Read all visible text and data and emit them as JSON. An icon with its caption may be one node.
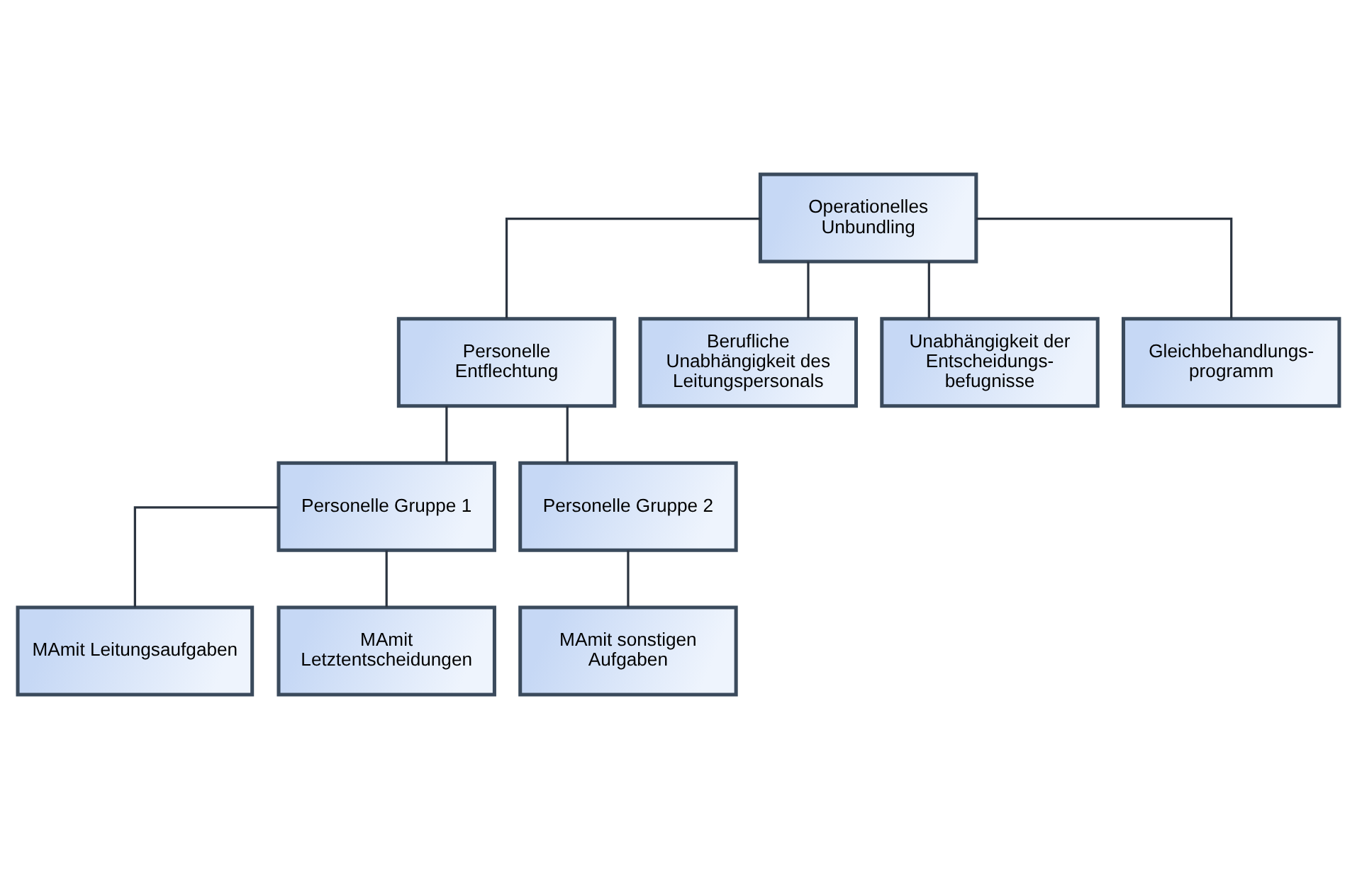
{
  "diagram": {
    "nodes": [
      {
        "text": [
          "Operationelles Unbundling"
        ]
      },
      {
        "text": [
          "Personelle Entflechtung"
        ]
      },
      {
        "text": [
          "Berufliche Unabhängigkeit des Leitungspersonals"
        ]
      },
      {
        "text": [
          "Unabhängigkeit der Entscheidungs- befugnisse"
        ]
      },
      {
        "text": [
          "Gleichbehandlungs- programm"
        ]
      },
      {
        "text": [
          "Personelle Gruppe 1"
        ]
      },
      {
        "text": [
          "Personelle Gruppe 2"
        ]
      },
      {
        "text": [
          "MAmit Leitungsaufgaben"
        ]
      },
      {
        "text": [
          "MAmit Letztentscheidungen"
        ]
      },
      {
        "text": [
          "MAmit sonstigen Aufgaben"
        ]
      }
    ],
    "edges": [
      {
        "from": 0,
        "to": 1,
        "arrow": "none"
      },
      {
        "from": 0,
        "to": 2,
        "arrow": "none"
      },
      {
        "from": 0,
        "to": 3,
        "arrow": "none"
      },
      {
        "from": 0,
        "to": 4,
        "arrow": "none"
      },
      {
        "from": 1,
        "to": 5,
        "arrow": "none"
      },
      {
        "from": 1,
        "to": 6,
        "arrow": "none"
      },
      {
        "from": 5,
        "to": 7,
        "arrow": "none"
      },
      {
        "from": 5,
        "to": 8,
        "arrow": "none"
      },
      {
        "from": 6,
        "to": 9,
        "arrow": "none"
      }
    ]
  }
}
